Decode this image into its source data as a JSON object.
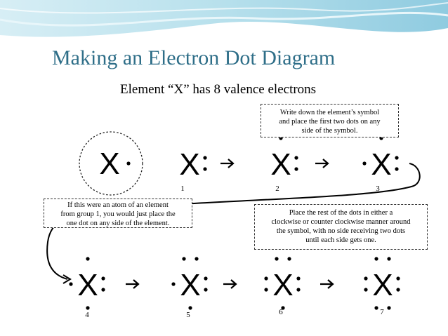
{
  "title": "Making an Electron Dot Diagram",
  "subtitle": "Element “X” has 8 valence electrons",
  "element_symbol": "X",
  "notes": {
    "top": [
      "Write down the element’s symbol",
      "and place the first two dots on any",
      "side of the symbol."
    ],
    "left": [
      "If this were an atom of an element",
      "from group 1, you would just place the",
      "one dot on any side of the element."
    ],
    "right": [
      "Place the rest of the dots in either a",
      "clockwise or counter clockwise manner around",
      "the symbol, with no side receiving two dots",
      "until each side gets one."
    ]
  },
  "steps": [
    {
      "label": "1",
      "dots": 2
    },
    {
      "label": "2",
      "dots": 3
    },
    {
      "label": "3",
      "dots": 4
    },
    {
      "label": "4",
      "dots": 5
    },
    {
      "label": "5",
      "dots": 6
    },
    {
      "label": "6",
      "dots": 7
    },
    {
      "label": "7",
      "dots": 8
    }
  ],
  "example_group1_dots": 1,
  "colors": {
    "title": "#2e6e88",
    "banner": "#a9d6e5",
    "text": "#000000"
  }
}
